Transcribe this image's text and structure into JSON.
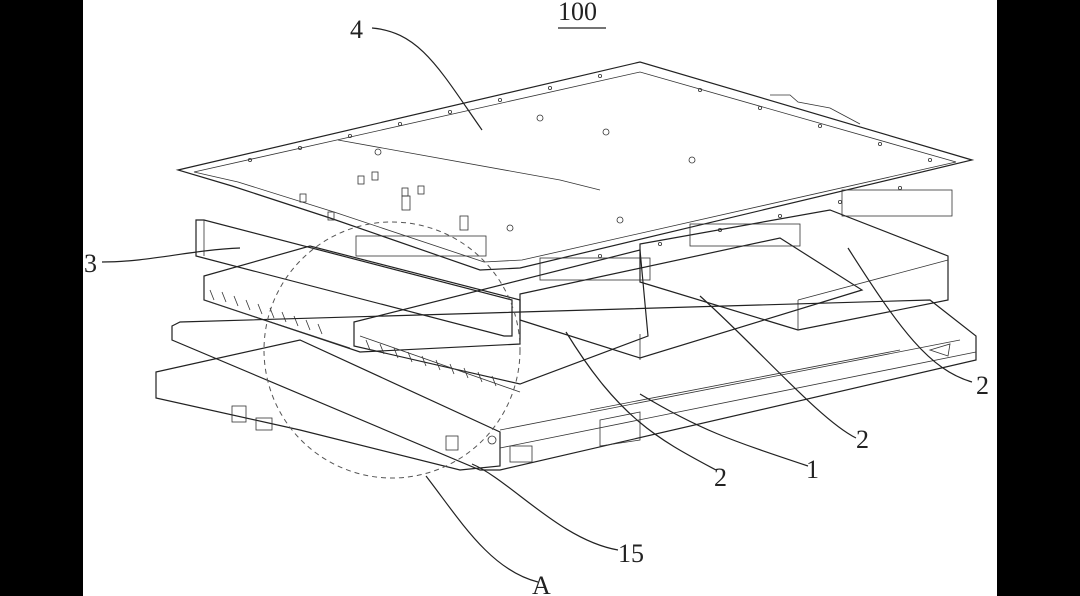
{
  "figure": {
    "number": "100",
    "labels": {
      "top_cover": "4",
      "side_plate": "3",
      "module_right": "2",
      "module_mid_right": "2",
      "module_mid": "2",
      "tray": "1",
      "front_part": "15",
      "detail": "A"
    }
  },
  "colors": {
    "frame_left": "#000000",
    "paper": "#ffffff",
    "ink": "#222222"
  }
}
